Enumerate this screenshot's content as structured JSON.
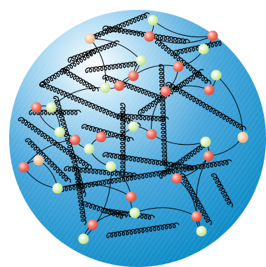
{
  "diagram": {
    "colors": {
      "sphere_highlight": "#ffffff",
      "sphere_light": "#bfe3f6",
      "sphere_mid": "#4aa8dc",
      "sphere_dark": "#0a8ac6",
      "sphere_edge": "#0a7fb8",
      "gluon": "#000000",
      "link": "#000000",
      "quark_red": "#ef6b5a",
      "quark_red_light": "#ffd8cf",
      "quark_green": "#d8efb0",
      "quark_green_light": "#ffffff",
      "quark_peach": "#f3c6a2"
    },
    "quark_count": 36,
    "gluon_count": 30,
    "quarks": [
      {
        "color": "green"
      },
      {
        "color": "red"
      },
      {
        "color": "peach"
      },
      {
        "color": "red"
      },
      {
        "color": "green"
      },
      {
        "color": "red"
      },
      {
        "color": "green"
      },
      {
        "color": "red"
      },
      {
        "color": "green"
      },
      {
        "color": "red"
      },
      {
        "color": "green"
      },
      {
        "color": "red"
      },
      {
        "color": "green"
      },
      {
        "color": "red"
      },
      {
        "color": "green"
      },
      {
        "color": "red"
      },
      {
        "color": "green"
      },
      {
        "color": "red"
      },
      {
        "color": "green"
      },
      {
        "color": "red"
      },
      {
        "color": "green"
      },
      {
        "color": "red"
      },
      {
        "color": "green"
      },
      {
        "color": "peach"
      },
      {
        "color": "red"
      },
      {
        "color": "green"
      },
      {
        "color": "red"
      },
      {
        "color": "green"
      },
      {
        "color": "red"
      },
      {
        "color": "green"
      },
      {
        "color": "red"
      },
      {
        "color": "green"
      },
      {
        "color": "red"
      },
      {
        "color": "green"
      },
      {
        "color": "red"
      },
      {
        "color": "peach"
      }
    ]
  }
}
